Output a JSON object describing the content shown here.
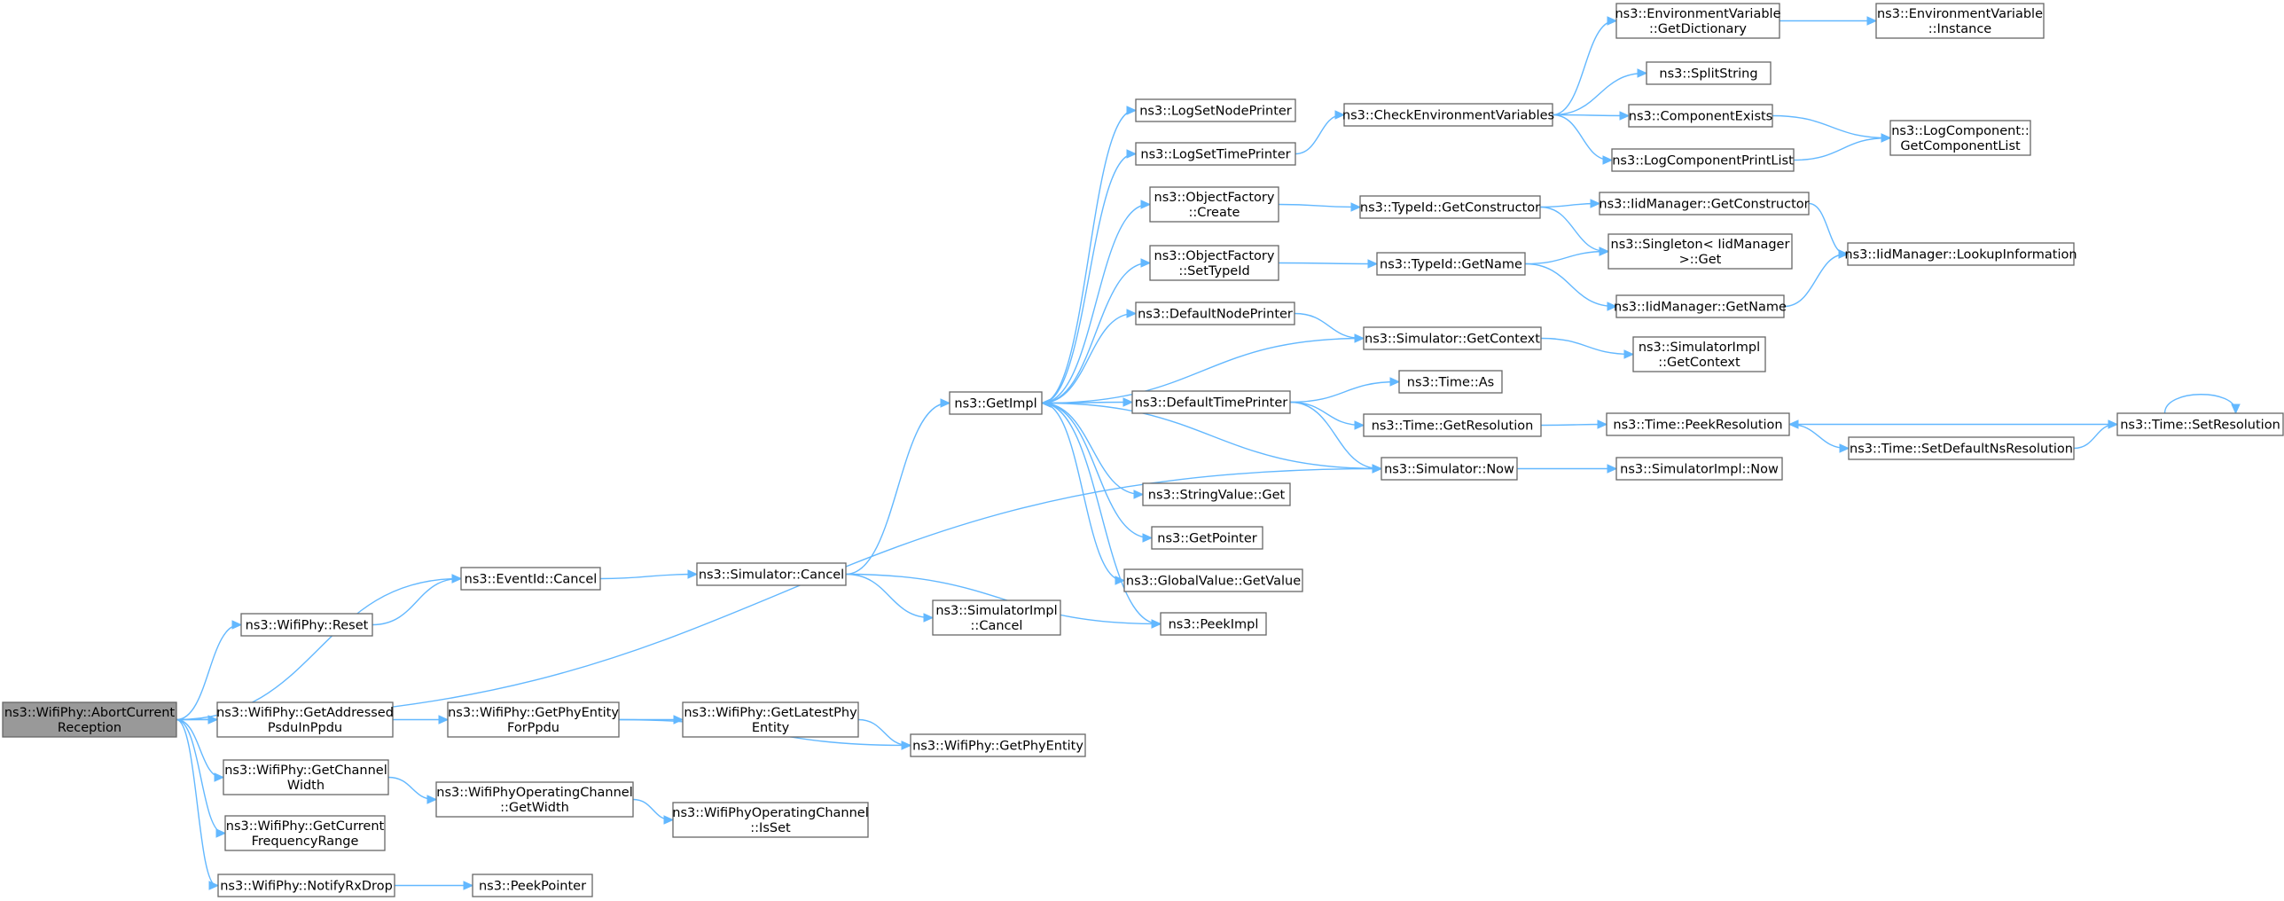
{
  "graph": {
    "nodes": [
      {
        "id": "abort",
        "label": [
          "ns3::WifiPhy::AbortCurrent",
          "Reception"
        ],
        "root": true
      },
      {
        "id": "reset",
        "label": [
          "ns3::WifiPhy::Reset"
        ]
      },
      {
        "id": "eventcancel",
        "label": [
          "ns3::EventId::Cancel"
        ]
      },
      {
        "id": "simcancel",
        "label": [
          "ns3::Simulator::Cancel"
        ]
      },
      {
        "id": "simimplcancel",
        "label": [
          "ns3::SimulatorImpl",
          "::Cancel"
        ]
      },
      {
        "id": "getimpl",
        "label": [
          "ns3::GetImpl"
        ]
      },
      {
        "id": "peekimpl",
        "label": [
          "ns3::PeekImpl"
        ]
      },
      {
        "id": "logsetnode",
        "label": [
          "ns3::LogSetNodePrinter"
        ]
      },
      {
        "id": "logsettime",
        "label": [
          "ns3::LogSetTimePrinter"
        ]
      },
      {
        "id": "ofcreate",
        "label": [
          "ns3::ObjectFactory",
          "::Create"
        ]
      },
      {
        "id": "ofsettype",
        "label": [
          "ns3::ObjectFactory",
          "::SetTypeId"
        ]
      },
      {
        "id": "defnode",
        "label": [
          "ns3::DefaultNodePrinter"
        ]
      },
      {
        "id": "deftime",
        "label": [
          "ns3::DefaultTimePrinter"
        ]
      },
      {
        "id": "strget",
        "label": [
          "ns3::StringValue::Get"
        ]
      },
      {
        "id": "getptr",
        "label": [
          "ns3::GetPointer"
        ]
      },
      {
        "id": "gvget",
        "label": [
          "ns3::GlobalValue::GetValue"
        ]
      },
      {
        "id": "checkenv",
        "label": [
          "ns3::CheckEnvironmentVariables"
        ]
      },
      {
        "id": "envdict",
        "label": [
          "ns3::EnvironmentVariable",
          "::GetDictionary"
        ]
      },
      {
        "id": "envinst",
        "label": [
          "ns3::EnvironmentVariable",
          "::Instance"
        ]
      },
      {
        "id": "split",
        "label": [
          "ns3::SplitString"
        ]
      },
      {
        "id": "compexists",
        "label": [
          "ns3::ComponentExists"
        ]
      },
      {
        "id": "logprint",
        "label": [
          "ns3::LogComponentPrintList"
        ]
      },
      {
        "id": "logcomplist",
        "label": [
          "ns3::LogComponent::",
          "GetComponentList"
        ]
      },
      {
        "id": "tidctor",
        "label": [
          "ns3::TypeId::GetConstructor"
        ]
      },
      {
        "id": "iidctor",
        "label": [
          "ns3::IidManager::GetConstructor"
        ]
      },
      {
        "id": "singleton",
        "label": [
          "ns3::Singleton< IidManager",
          " >::Get"
        ]
      },
      {
        "id": "lookup",
        "label": [
          "ns3::IidManager::LookupInformation"
        ]
      },
      {
        "id": "tidname",
        "label": [
          "ns3::TypeId::GetName"
        ]
      },
      {
        "id": "iidname",
        "label": [
          "ns3::IidManager::GetName"
        ]
      },
      {
        "id": "simctx",
        "label": [
          "ns3::Simulator::GetContext"
        ]
      },
      {
        "id": "simimplctx",
        "label": [
          "ns3::SimulatorImpl",
          "::GetContext"
        ]
      },
      {
        "id": "timeas",
        "label": [
          "ns3::Time::As"
        ]
      },
      {
        "id": "timeres",
        "label": [
          "ns3::Time::GetResolution"
        ]
      },
      {
        "id": "peekres",
        "label": [
          "ns3::Time::PeekResolution"
        ]
      },
      {
        "id": "setdefns",
        "label": [
          "ns3::Time::SetDefaultNsResolution"
        ]
      },
      {
        "id": "setres",
        "label": [
          "ns3::Time::SetResolution"
        ]
      },
      {
        "id": "simnow",
        "label": [
          "ns3::Simulator::Now"
        ]
      },
      {
        "id": "simimplnow",
        "label": [
          "ns3::SimulatorImpl::Now"
        ]
      },
      {
        "id": "getaddr",
        "label": [
          "ns3::WifiPhy::GetAddressed",
          "PsduInPpdu"
        ]
      },
      {
        "id": "getphyent",
        "label": [
          "ns3::WifiPhy::GetPhyEntity",
          "ForPpdu"
        ]
      },
      {
        "id": "getlatest",
        "label": [
          "ns3::WifiPhy::GetLatestPhy",
          "Entity"
        ]
      },
      {
        "id": "phyent",
        "label": [
          "ns3::WifiPhy::GetPhyEntity"
        ]
      },
      {
        "id": "chwidth",
        "label": [
          "ns3::WifiPhy::GetChannel",
          "Width"
        ]
      },
      {
        "id": "opwidth",
        "label": [
          "ns3::WifiPhyOperatingChannel",
          "::GetWidth"
        ]
      },
      {
        "id": "opisset",
        "label": [
          "ns3::WifiPhyOperatingChannel",
          "::IsSet"
        ]
      },
      {
        "id": "freqrange",
        "label": [
          "ns3::WifiPhy::GetCurrent",
          "FrequencyRange"
        ]
      },
      {
        "id": "rxdrop",
        "label": [
          "ns3::WifiPhy::NotifyRxDrop"
        ]
      },
      {
        "id": "peekptr",
        "label": [
          "ns3::PeekPointer"
        ]
      }
    ],
    "edges": [
      [
        "abort",
        "eventcancel"
      ],
      [
        "abort",
        "reset"
      ],
      [
        "abort",
        "simnow"
      ],
      [
        "abort",
        "getaddr"
      ],
      [
        "abort",
        "chwidth"
      ],
      [
        "abort",
        "freqrange"
      ],
      [
        "abort",
        "rxdrop"
      ],
      [
        "reset",
        "eventcancel"
      ],
      [
        "eventcancel",
        "simcancel"
      ],
      [
        "simcancel",
        "getimpl"
      ],
      [
        "simcancel",
        "simimplcancel"
      ],
      [
        "simcancel",
        "peekimpl"
      ],
      [
        "getimpl",
        "logsetnode"
      ],
      [
        "getimpl",
        "logsettime"
      ],
      [
        "getimpl",
        "ofcreate"
      ],
      [
        "getimpl",
        "ofsettype"
      ],
      [
        "getimpl",
        "defnode"
      ],
      [
        "getimpl",
        "deftime"
      ],
      [
        "getimpl",
        "strget"
      ],
      [
        "getimpl",
        "getptr"
      ],
      [
        "getimpl",
        "gvget"
      ],
      [
        "getimpl",
        "peekimpl"
      ],
      [
        "logsettime",
        "checkenv"
      ],
      [
        "checkenv",
        "envdict"
      ],
      [
        "checkenv",
        "split"
      ],
      [
        "checkenv",
        "compexists"
      ],
      [
        "checkenv",
        "logprint"
      ],
      [
        "envdict",
        "envinst"
      ],
      [
        "compexists",
        "logcomplist"
      ],
      [
        "logprint",
        "logcomplist"
      ],
      [
        "ofcreate",
        "tidctor"
      ],
      [
        "tidctor",
        "iidctor"
      ],
      [
        "tidctor",
        "singleton"
      ],
      [
        "iidctor",
        "lookup"
      ],
      [
        "ofsettype",
        "tidname"
      ],
      [
        "tidname",
        "singleton"
      ],
      [
        "tidname",
        "iidname"
      ],
      [
        "iidname",
        "lookup"
      ],
      [
        "defnode",
        "simctx"
      ],
      [
        "simctx",
        "getimpl"
      ],
      [
        "simctx",
        "simimplctx"
      ],
      [
        "deftime",
        "timeas"
      ],
      [
        "deftime",
        "timeres"
      ],
      [
        "deftime",
        "simnow"
      ],
      [
        "timeres",
        "peekres"
      ],
      [
        "peekres",
        "setdefns"
      ],
      [
        "setdefns",
        "setres"
      ],
      [
        "setres",
        "peekres"
      ],
      [
        "setres",
        "setres"
      ],
      [
        "simnow",
        "getimpl"
      ],
      [
        "simnow",
        "simimplnow"
      ],
      [
        "getaddr",
        "getphyent"
      ],
      [
        "getphyent",
        "getlatest"
      ],
      [
        "getphyent",
        "phyent"
      ],
      [
        "getlatest",
        "phyent"
      ],
      [
        "chwidth",
        "opwidth"
      ],
      [
        "opwidth",
        "opisset"
      ],
      [
        "rxdrop",
        "peekptr"
      ]
    ]
  }
}
